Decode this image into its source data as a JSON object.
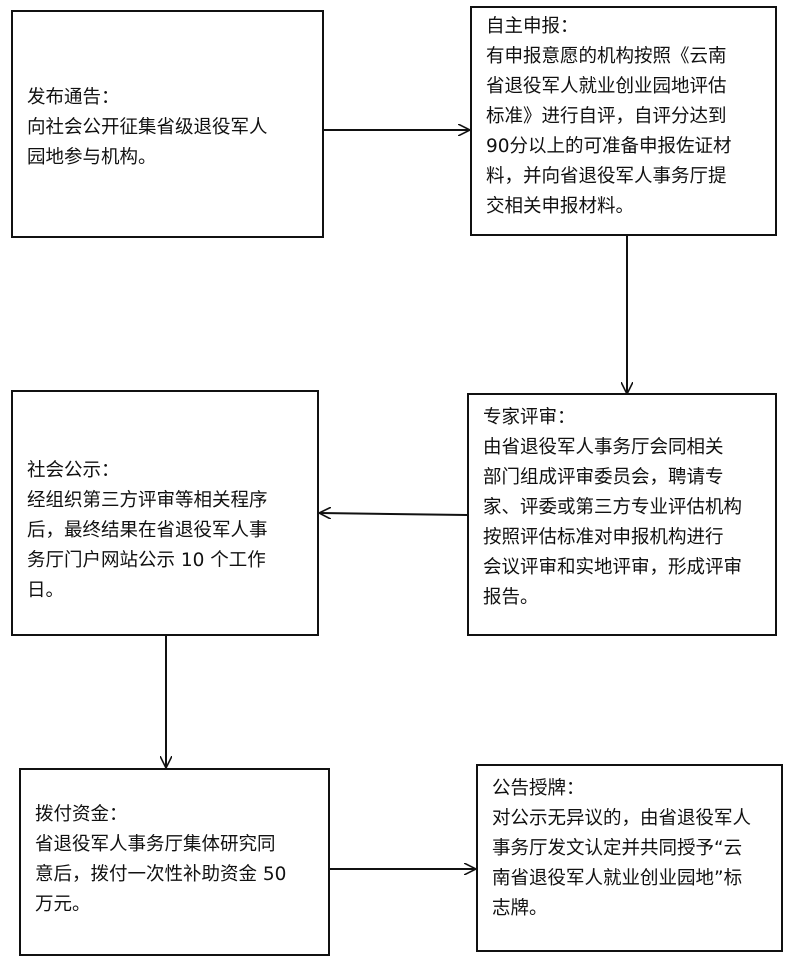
{
  "boxes": {
    "publish": {
      "title": "发布通告：",
      "body": "向社会公开征集省级退役军人\n园地参与机构。"
    },
    "apply": {
      "title": "自主申报：",
      "body": "有申报意愿的机构按照《云南\n省退役军人就业创业园地评估\n标准》进行自评，自评分达到\n90分以上的可准备申报佐证材\n料，并向省退役军人事务厅提\n交相关申报材料。"
    },
    "review": {
      "title": "专家评审：",
      "body": "由省退役军人事务厅会同相关\n部门组成评审委员会，聘请专\n家、评委或第三方专业评估机构\n按照评估标准对申报机构进行\n会议评审和实地评审，形成评审\n报告。"
    },
    "publicity": {
      "title": "社会公示：",
      "body": "经组织第三方评审等相关程序\n后，最终结果在省退役军人事\n务厅门户网站公示 10 个工作\n日。"
    },
    "funding": {
      "title": "拨付资金：",
      "body": "省退役军人事务厅集体研究同\n意后，拨付一次性补助资金 50\n万元。"
    },
    "award": {
      "title": "公告授牌：",
      "body": "对公示无异议的，由省退役军人\n事务厅发文认定并共同授予“云\n南省退役军人就业创业园地”标\n志牌。"
    }
  }
}
